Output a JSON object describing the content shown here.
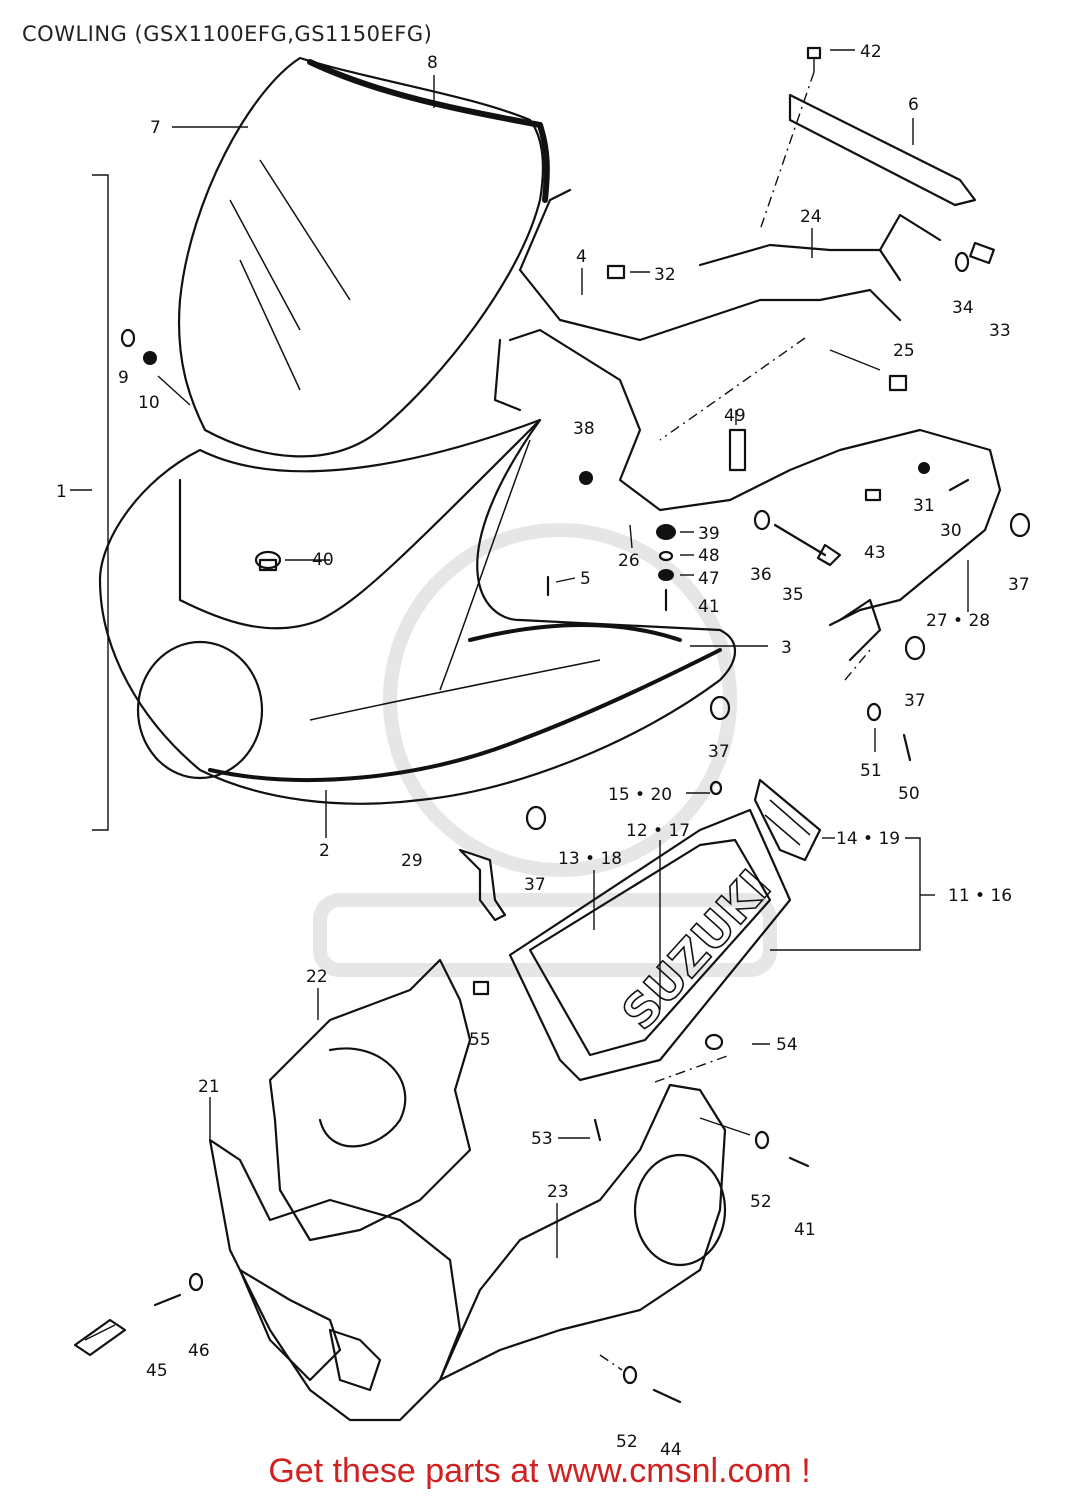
{
  "title": "COWLING (GSX1100EFG,GS1150EFG)",
  "footer": "Get these parts at www.cmsnl.com !",
  "logo_text": "SUZUKI",
  "labels": {
    "p1": "1",
    "p2": "2",
    "p3": "3",
    "p4": "4",
    "p5": "5",
    "p6": "6",
    "p7": "7",
    "p8": "8",
    "p9": "9",
    "p10": "10",
    "p11_16": "11 • 16",
    "p12_17": "12 • 17",
    "p13_18": "13 • 18",
    "p14_19": "14 • 19",
    "p15_20": "15 • 20",
    "p21": "21",
    "p22": "22",
    "p23": "23",
    "p24": "24",
    "p25": "25",
    "p26": "26",
    "p27_28": "27 • 28",
    "p29": "29",
    "p30": "30",
    "p31": "31",
    "p32": "32",
    "p33": "33",
    "p34": "34",
    "p35": "35",
    "p36": "36",
    "p37a": "37",
    "p37b": "37",
    "p37c": "37",
    "p37d": "37",
    "p38": "38",
    "p39": "39",
    "p40": "40",
    "p41a": "41",
    "p41b": "41",
    "p42": "42",
    "p43": "43",
    "p44": "44",
    "p45": "45",
    "p46": "46",
    "p47": "47",
    "p48": "48",
    "p49": "49",
    "p50": "50",
    "p51": "51",
    "p52a": "52",
    "p52b": "52",
    "p53": "53",
    "p54": "54",
    "p55": "55"
  },
  "colors": {
    "line": "#111111",
    "footer": "#d02020",
    "watermark": "#e6e6e6"
  }
}
